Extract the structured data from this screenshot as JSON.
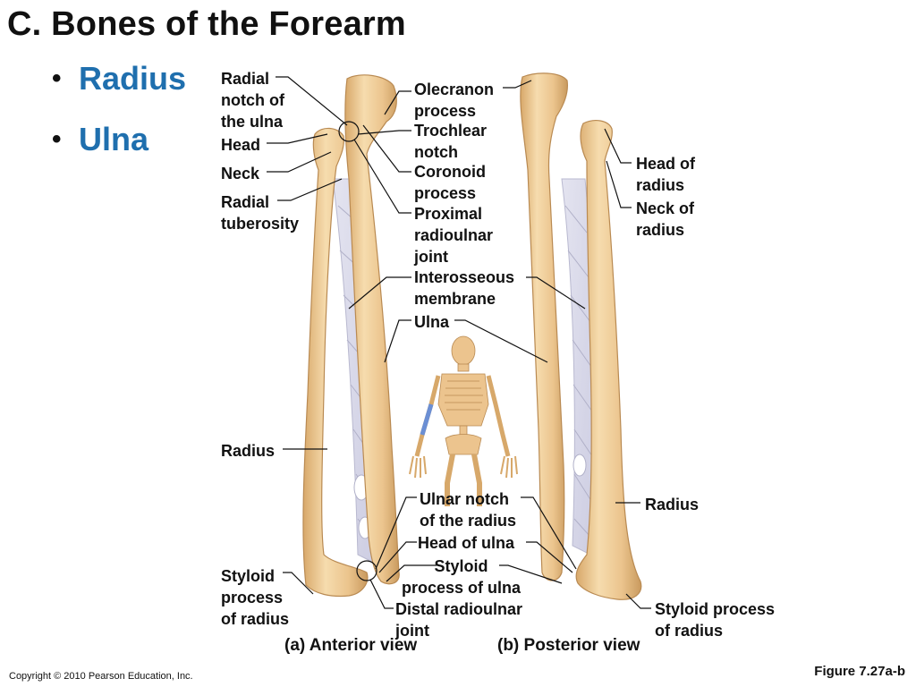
{
  "title": "C.  Bones of the Forearm",
  "bullets": [
    "Radius",
    "Ulna"
  ],
  "labels": {
    "radial_notch": "Radial\nnotch of\nthe ulna",
    "head": "Head",
    "neck": "Neck",
    "radial_tuberosity": "Radial\ntuberosity",
    "radius_left": "Radius",
    "styloid_radius_left": "Styloid\nprocess\nof radius",
    "olecranon": "Olecranon\nprocess",
    "trochlear": "Trochlear\nnotch",
    "coronoid": "Coronoid\nprocess",
    "proximal_joint": "Proximal\nradioulnar\njoint",
    "interosseous": "Interosseous\nmembrane",
    "ulna": "Ulna",
    "ulnar_notch": "Ulnar notch\nof the radius",
    "head_ulna": "Head of ulna",
    "styloid_ulna": "Styloid\nprocess of ulna",
    "distal_joint": "Distal radioulnar\njoint",
    "head_radius": "Head of\nradius",
    "neck_radius": "Neck of\nradius",
    "radius_right": "Radius",
    "styloid_radius_right": "Styloid process\nof radius"
  },
  "captions": {
    "anterior": "(a) Anterior view",
    "posterior": "(b) Posterior view"
  },
  "footer": {
    "copyright": "Copyright © 2010 Pearson Education, Inc.",
    "figure": "Figure 7.27a-b"
  },
  "colors": {
    "bone": "#ecc48e",
    "bone_light": "#f8e2bd",
    "bone_shadow": "#c99a5e",
    "membrane": "#d9d9ea",
    "bullet_text": "#1f6fae",
    "skeleton_arm": "#6b8fd4"
  }
}
